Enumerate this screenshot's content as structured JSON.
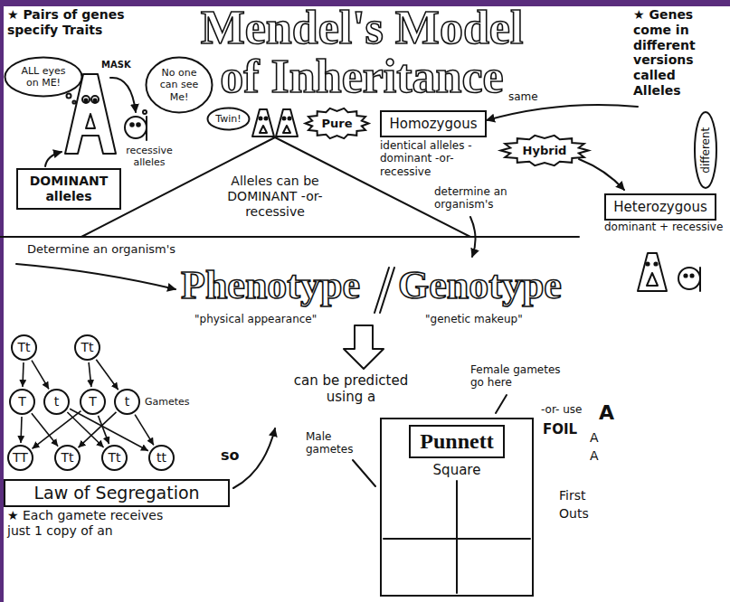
{
  "diagram": {
    "title": "Mendel's Model of Inheritance",
    "nodes": [
      {
        "text": [
          "ALL eyes on ME!"
        ]
      },
      {
        "text": [
          "No one can see Me!"
        ]
      },
      {
        "text": [
          "DOMINANT alleles"
        ]
      },
      {
        "text": [
          "Twin!"
        ]
      },
      {
        "text": [
          "Homozygous"
        ]
      },
      {
        "text": [
          "Pure"
        ]
      },
      {
        "text": [
          "Hybrid"
        ]
      },
      {
        "text": [
          "Heterozygous"
        ]
      },
      {
        "text": [
          "Tt"
        ]
      },
      {
        "text": [
          "Tt"
        ]
      },
      {
        "text": [
          "T"
        ]
      },
      {
        "text": [
          "t"
        ]
      },
      {
        "text": [
          "T"
        ]
      },
      {
        "text": [
          "t"
        ]
      },
      {
        "text": [
          "TT"
        ]
      },
      {
        "text": [
          "Tt"
        ]
      },
      {
        "text": [
          "Tt"
        ]
      },
      {
        "text": [
          "tt"
        ]
      },
      {
        "text": [
          "Law of Segregation"
        ]
      },
      {
        "text": [
          "Punnett",
          "Square"
        ]
      }
    ],
    "edges": [
      {
        "from": 8,
        "to": 10,
        "arrow": "to"
      },
      {
        "from": 8,
        "to": 11,
        "arrow": "to"
      },
      {
        "from": 9,
        "to": 12,
        "arrow": "to"
      },
      {
        "from": 9,
        "to": 13,
        "arrow": "to"
      },
      {
        "from": 10,
        "to": 14,
        "arrow": "to"
      },
      {
        "from": 12,
        "to": 14,
        "arrow": "to"
      },
      {
        "from": 10,
        "to": 15,
        "arrow": "to"
      },
      {
        "from": 13,
        "to": 15,
        "arrow": "to"
      },
      {
        "from": 11,
        "to": 16,
        "arrow": "to"
      },
      {
        "from": 12,
        "to": 16,
        "arrow": "to"
      },
      {
        "from": 11,
        "to": 17,
        "arrow": "to"
      },
      {
        "from": 13,
        "to": 17,
        "arrow": "to"
      }
    ],
    "labels": [
      "★ Pairs of genes specify Traits",
      "MASK",
      "recessive alleles",
      "Alleles can be DOMINANT -or- recessive",
      "same",
      "identical alleles - dominant -or- recessive",
      "different",
      "★ Genes come in different versions called Alleles",
      "dominant + recessive",
      "Determine an organism's",
      "determine an organism's",
      "Phenotype",
      "\"physical appearance\"",
      "Genotype",
      "\"genetic makeup\"",
      "Gametes",
      "so",
      "★ Each gamete receives just 1 copy of an",
      "can be predicted using a",
      "Female gametes go here",
      "Male gametes",
      "-or- use",
      "FOIL",
      "A",
      "A",
      "A",
      "First",
      "Outs"
    ]
  }
}
